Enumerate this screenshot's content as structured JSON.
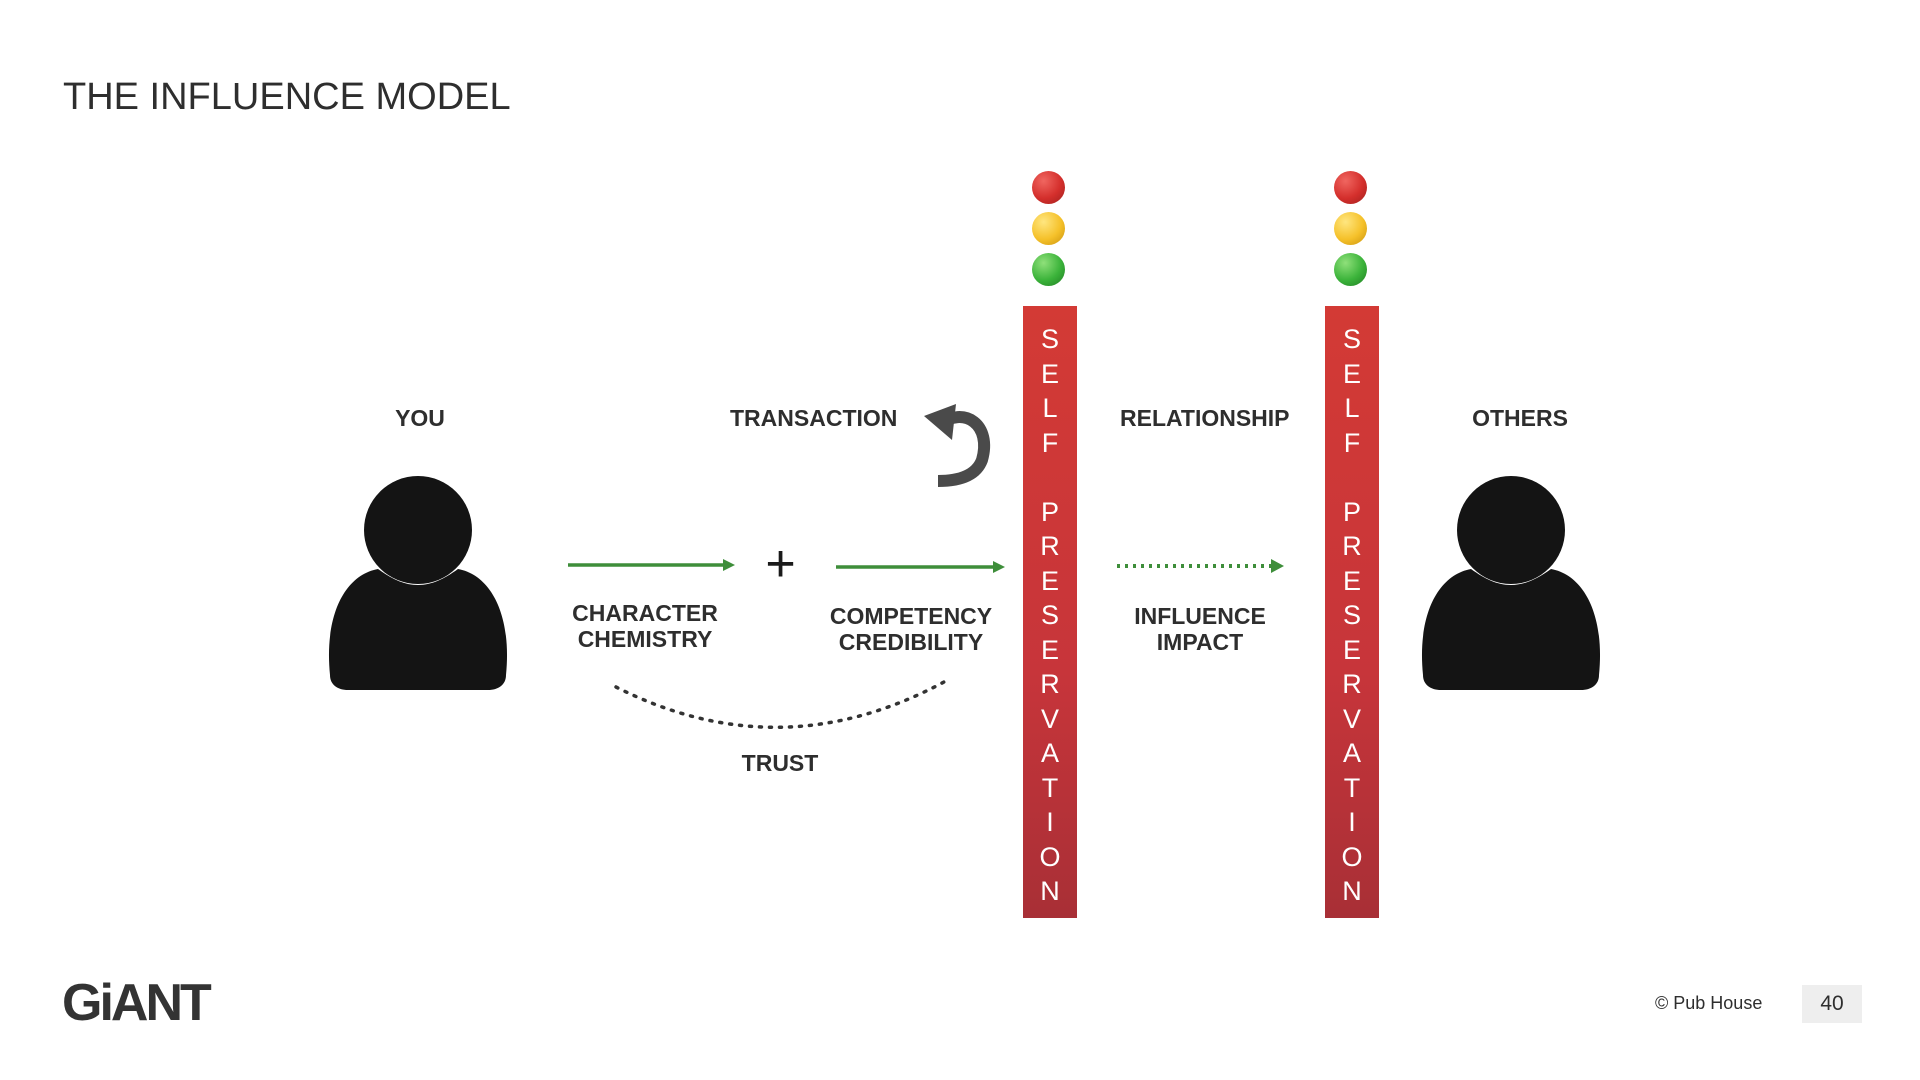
{
  "header": {
    "title": "THE INFLUENCE MODEL"
  },
  "labels": {
    "you": "YOU",
    "transaction": "TRANSACTION",
    "relationship": "RELATIONSHIP",
    "others": "OTHERS",
    "character": "CHARACTER",
    "chemistry": "CHEMISTRY",
    "competency": "COMPETENCY",
    "credibility": "CREDIBILITY",
    "influence": "INFLUENCE",
    "impact": "IMPACT",
    "trust": "TRUST",
    "plus": "+"
  },
  "bars": [
    {
      "letters": [
        "S",
        "E",
        "L",
        "F",
        "",
        "P",
        "R",
        "E",
        "S",
        "E",
        "R",
        "V",
        "A",
        "T",
        "I",
        "O",
        "N"
      ]
    },
    {
      "letters": [
        "S",
        "E",
        "L",
        "F",
        "",
        "P",
        "R",
        "E",
        "S",
        "E",
        "R",
        "V",
        "A",
        "T",
        "I",
        "O",
        "N"
      ]
    }
  ],
  "traffic_lights": [
    "red",
    "yellow",
    "green"
  ],
  "icons": {
    "person_left": "person-silhouette",
    "person_right": "person-silhouette",
    "undo": "undo-arrow"
  },
  "colors": {
    "bar": "#c7353a",
    "arrow": "#3e8e3a",
    "text": "#2e2e2e"
  },
  "footer": {
    "logo": "GiANT",
    "copyright": "© Pub House",
    "page_number": "40"
  }
}
